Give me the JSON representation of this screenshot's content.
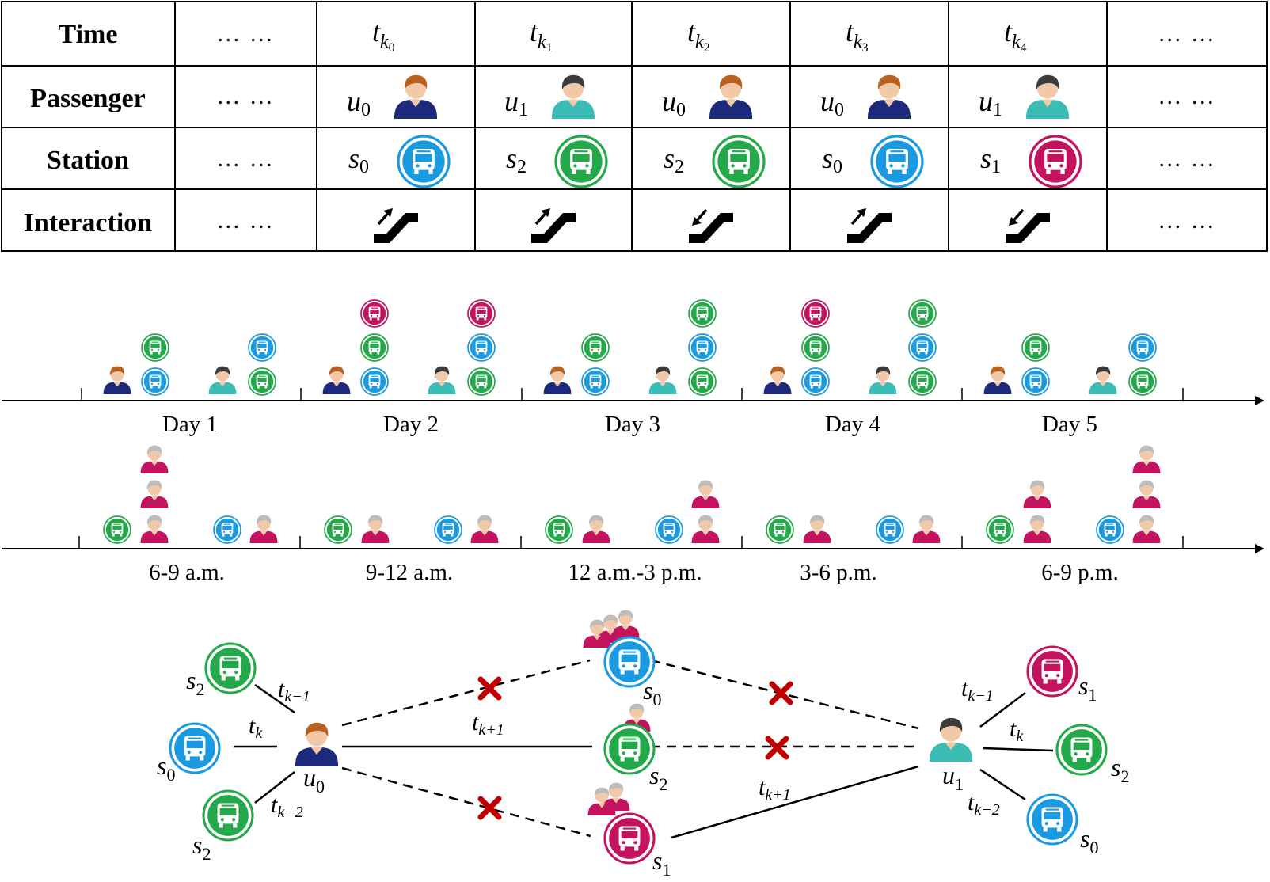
{
  "colors": {
    "blue": "#1a9ae0",
    "green": "#23a84a",
    "magenta": "#c3135f",
    "orange_hair": "#b9611c",
    "navy_shirt": "#1d2a7b",
    "teal_shirt": "#3bbdb5",
    "gray_hair": "#3b3b3b",
    "skin": "#f2c9a8",
    "elder_hair": "#bcbcbc",
    "cross": "#c00000"
  },
  "table": {
    "row_headers": [
      "Time",
      "Passenger",
      "Station",
      "Interaction"
    ],
    "ellipsis": "… …",
    "time_labels": [
      "k0",
      "k1",
      "k2",
      "k3",
      "k4"
    ],
    "passengers": [
      {
        "sub": "0",
        "person": "u0"
      },
      {
        "sub": "1",
        "person": "u1"
      },
      {
        "sub": "0",
        "person": "u0"
      },
      {
        "sub": "0",
        "person": "u0"
      },
      {
        "sub": "1",
        "person": "u1"
      }
    ],
    "stations": [
      {
        "sub": "0",
        "color": "blue"
      },
      {
        "sub": "2",
        "color": "green"
      },
      {
        "sub": "2",
        "color": "green"
      },
      {
        "sub": "0",
        "color": "blue"
      },
      {
        "sub": "1",
        "color": "magenta"
      }
    ],
    "interactions": [
      "up",
      "up",
      "down",
      "up",
      "down"
    ]
  },
  "days_axis": {
    "labels": [
      "Day 1",
      "Day 2",
      "Day 3",
      "Day 4",
      "Day 5"
    ],
    "groups": [
      {
        "p1": "u0",
        "s1": [
          "blue",
          "green"
        ],
        "p2": "u1",
        "s2": [
          "green",
          "blue"
        ]
      },
      {
        "p1": "u0",
        "s1": [
          "blue",
          "green",
          "magenta"
        ],
        "p2": "u1",
        "s2": [
          "green",
          "blue",
          "magenta"
        ]
      },
      {
        "p1": "u0",
        "s1": [
          "blue",
          "green"
        ],
        "p2": "u1",
        "s2": [
          "green",
          "blue",
          "green"
        ]
      },
      {
        "p1": "u0",
        "s1": [
          "blue",
          "green",
          "magenta"
        ],
        "p2": "u1",
        "s2": [
          "green",
          "blue",
          "green"
        ]
      },
      {
        "p1": "u0",
        "s1": [
          "blue",
          "green"
        ],
        "p2": "u1",
        "s2": [
          "green",
          "blue"
        ]
      }
    ]
  },
  "hours_axis": {
    "labels": [
      "6-9 a.m.",
      "9-12 a.m.",
      "12 a.m.-3 p.m.",
      "3-6 p.m.",
      "6-9 p.m."
    ],
    "groups": [
      {
        "st1": "green",
        "n1": 3,
        "st2": "blue",
        "n2": 1
      },
      {
        "st1": "green",
        "n1": 1,
        "st2": "blue",
        "n2": 1
      },
      {
        "st1": "green",
        "n1": 1,
        "st2": "blue",
        "n2": 2
      },
      {
        "st1": "green",
        "n1": 1,
        "st2": "blue",
        "n2": 1
      },
      {
        "st1": "green",
        "n1": 2,
        "st2": "blue",
        "n2": 3
      }
    ]
  },
  "graph": {
    "left_labels": {
      "s2_top": "2",
      "s0": "0",
      "s2_bot": "2",
      "u0": "0"
    },
    "edge_labels": {
      "tk_minus1": "k−1",
      "tk": "k",
      "tk_minus2": "k−2",
      "tk_plus1": "k+1"
    },
    "mid_labels": {
      "s0": "0",
      "s2": "2",
      "s1": "1"
    },
    "right_labels": {
      "u1": "1",
      "s1": "1",
      "s2": "2",
      "s0": "0"
    }
  }
}
